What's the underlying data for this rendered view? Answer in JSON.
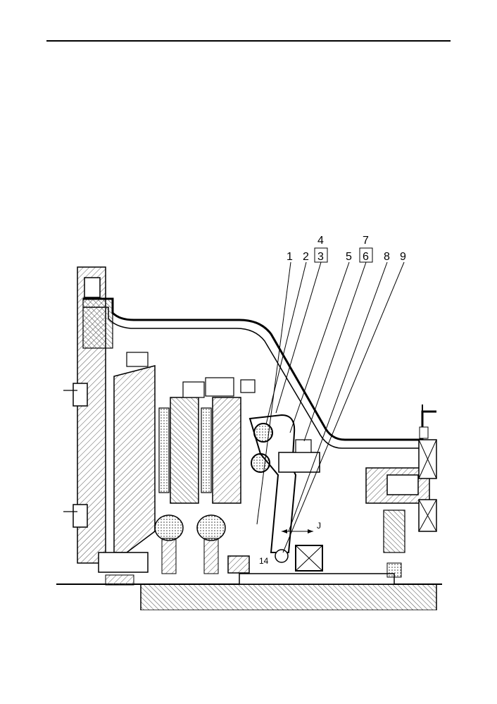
{
  "figure": {
    "callouts": [
      {
        "id": "1",
        "text": "1"
      },
      {
        "id": "2",
        "text": "2"
      },
      {
        "id": "3",
        "text": "3"
      },
      {
        "id": "4",
        "text": "4"
      },
      {
        "id": "5",
        "text": "5"
      },
      {
        "id": "6",
        "text": "6"
      },
      {
        "id": "7",
        "text": "7"
      },
      {
        "id": "8",
        "text": "8"
      },
      {
        "id": "9",
        "text": "9"
      },
      {
        "id": "14",
        "text": "14"
      }
    ],
    "dimension_label": "J"
  }
}
